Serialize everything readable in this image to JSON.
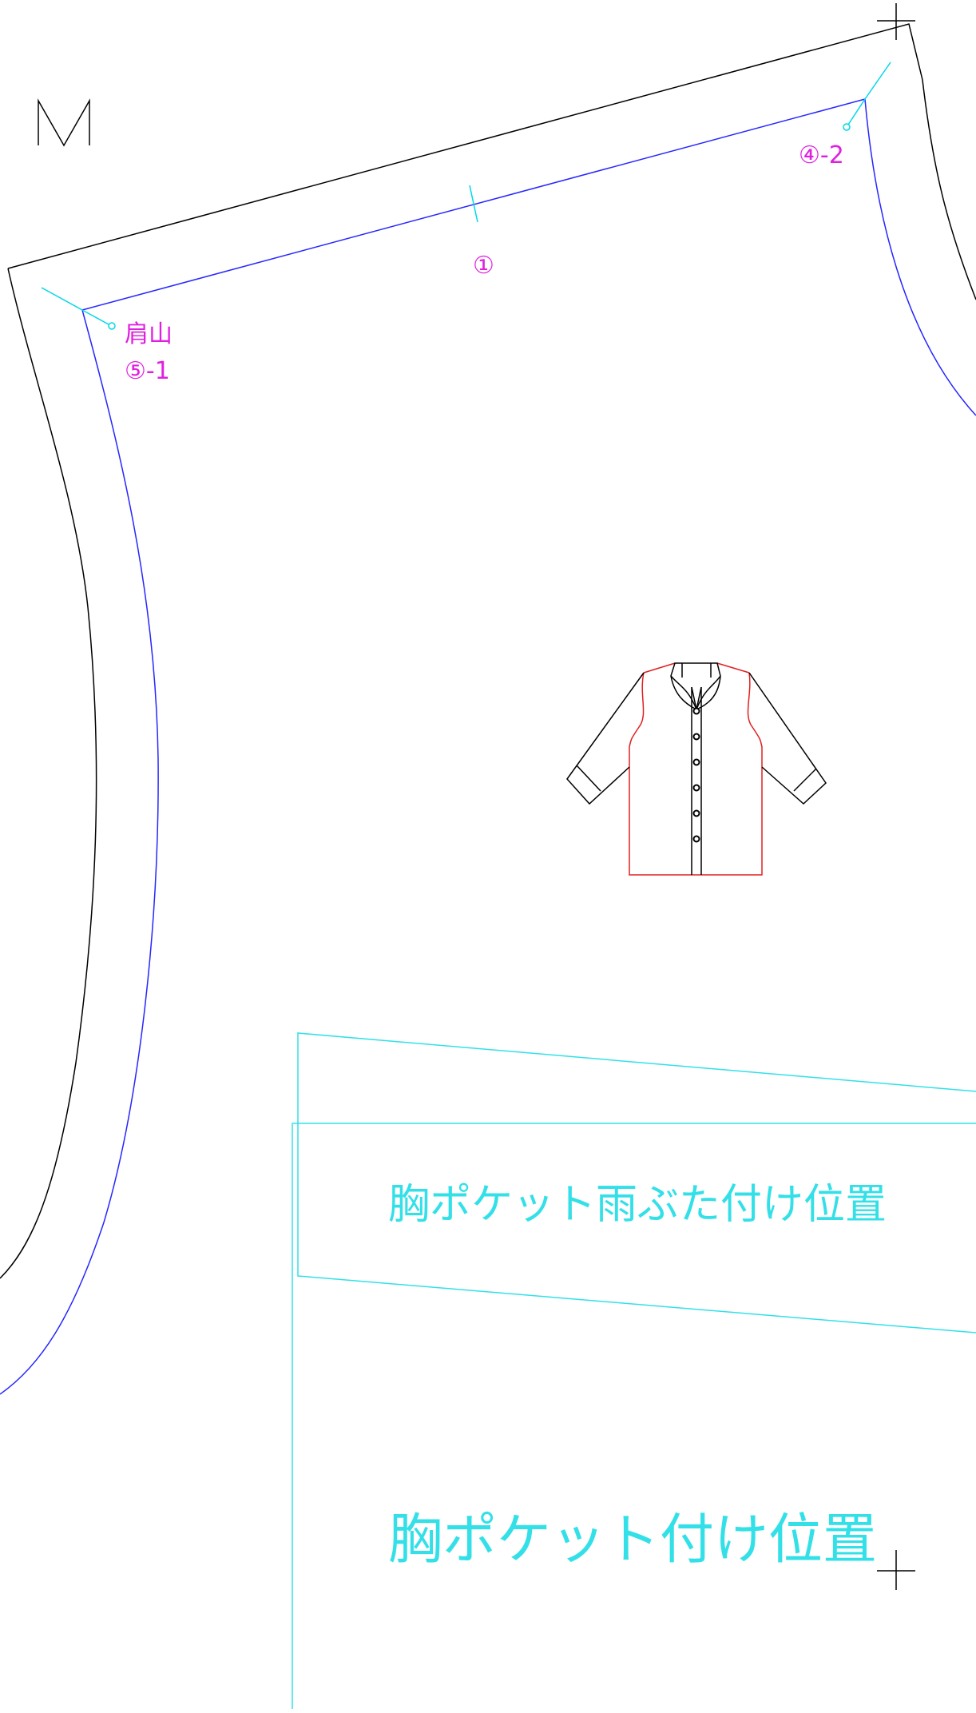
{
  "size_label": "M",
  "labels": {
    "seam_1": "①",
    "shoulder_point": "肩山",
    "notch_5_1": "⑤-1",
    "notch_4_2": "④-2"
  },
  "pocket": {
    "flap_label": "胸ポケット雨ぶた付け位置",
    "pocket_label": "胸ポケット付け位置"
  },
  "colors": {
    "outline": "#000000",
    "seam_line": "#1a1aff",
    "marks": "#00d8e8",
    "labels": "#e020e0",
    "garment_side": "#e02020"
  },
  "garment_sketch": {
    "type": "shirt-flat",
    "buttons": 6
  }
}
